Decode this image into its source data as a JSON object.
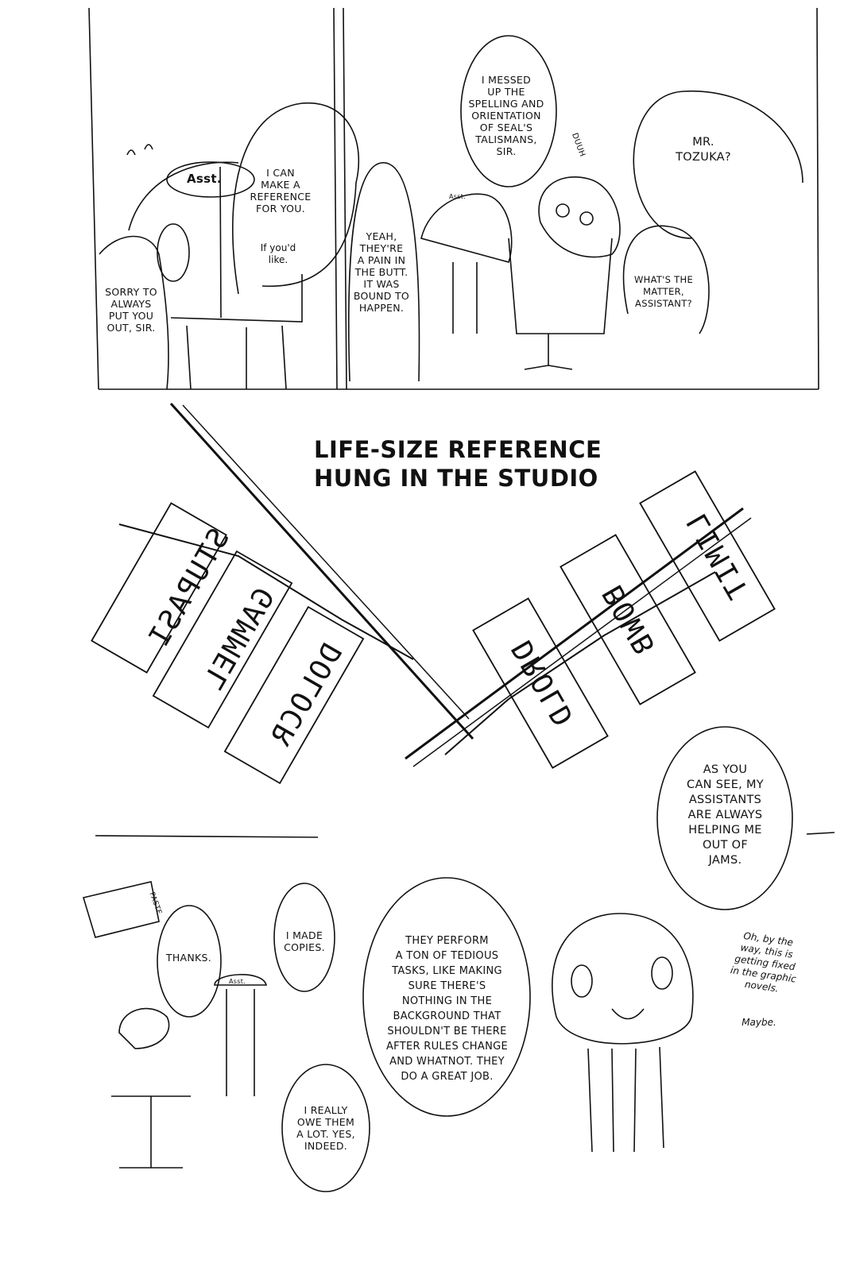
{
  "panel1": {
    "sign_label": "Asst.",
    "bubble_reference": "I CAN\nMAKE A\nREFERENCE\nFOR YOU.",
    "bubble_reference_aside": "If you'd\nlike.",
    "bubble_sorry": "SORRY TO\nALWAYS\nPUT YOU\nOUT, SIR."
  },
  "panel2": {
    "bubble_yeah": "YEAH,\nTHEY'RE\nA PAIN IN\nTHE BUTT.\nIT WAS\nBOUND TO\nHAPPEN.",
    "bubble_messed": "I MESSED\nUP THE\nSPELLING AND\nORIENTATION\nOF SEAL'S\nTALISMANS,\nSIR.",
    "sfx": "DUUH",
    "hat_label": "Asst.",
    "bubble_tozuka": "MR.\nTOZUKA?",
    "bubble_matter": "WHAT'S THE\nMATTER,\nASSISTANT?"
  },
  "panel3": {
    "caption": "LIFE-SIZE REFERENCE\nHUNG IN THE STUDIO",
    "talismans": [
      "STUPASI",
      "GAMMEL",
      "DOLOCR",
      "DROLD",
      "BOWB",
      "LIMIT"
    ],
    "bubble_see": "AS YOU\nCAN SEE, MY\nASSISTANTS\nARE ALWAYS\nHELPING ME\nOUT OF\nJAMS."
  },
  "panel4": {
    "sfx": "PASTE",
    "bubble_thanks": "THANKS.",
    "bubble_copies": "I MADE\nCOPIES.",
    "hat_label": "Asst.",
    "bubble_tasks": "THEY PERFORM\nA TON OF TEDIOUS\nTASKS, LIKE MAKING\nSURE THERE'S\nNOTHING IN THE\nBACKGROUND THAT\nSHOULDN'T BE THERE\nAFTER RULES CHANGE\nAND WHATNOT. THEY\nDO A GREAT JOB.",
    "bubble_owe": "I REALLY\nOWE THEM\nA LOT. YES,\nINDEED.",
    "note": "Oh, by the\nway, this is\ngetting fixed\nin the graphic\nnovels.",
    "note_maybe": "Maybe."
  }
}
